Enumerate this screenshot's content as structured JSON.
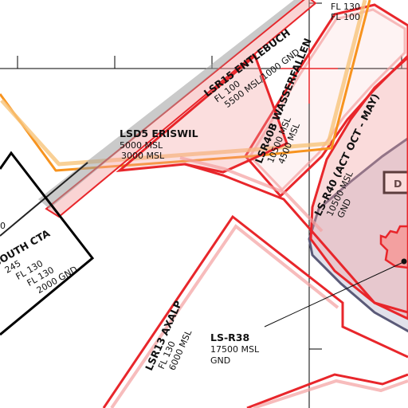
{
  "colors": {
    "restricted": "#e8262b",
    "restricted_fill": "#f3a0a0",
    "tma": "#f7931e",
    "cta": "#000000",
    "danger_zone": "#5a5a78",
    "grid": "#000000"
  },
  "airspaces": {
    "top_label": {
      "line1": "FL 130",
      "line2": "FL 100"
    },
    "lsr15": {
      "name": "LSR15 ENTLEBUCH",
      "upper": "FL 100",
      "lower": "5500 MSL/1000 GND"
    },
    "lsd5": {
      "name": "LSD5 ERISWIL",
      "upper": "5000 MSL",
      "lower": "3000 MSL"
    },
    "lsr40b": {
      "name": "LSR40B WASSERFALLEN",
      "upper": "10500 MSL",
      "lower": "4500 MSL"
    },
    "lsr40": {
      "name": "LS-R40 (ACT OCT - MAY)",
      "upper": "10500 MSL",
      "lower": "GND"
    },
    "cta": {
      "name": "SOUTH CTA",
      "limit1": "245",
      "limit2": "FL 130",
      "limit3": "FL 130",
      "lower": "2000 GND"
    },
    "lsr13": {
      "name": "LSR13 AXALP",
      "upper": "FL 130",
      "lower": "6000 MSL"
    },
    "lsr38": {
      "name": "LS-R38",
      "upper": "17500 MSL",
      "lower": "GND"
    },
    "right_badge": "D"
  },
  "icons": [
    "crosshair-icon",
    "town-dot-icon"
  ]
}
